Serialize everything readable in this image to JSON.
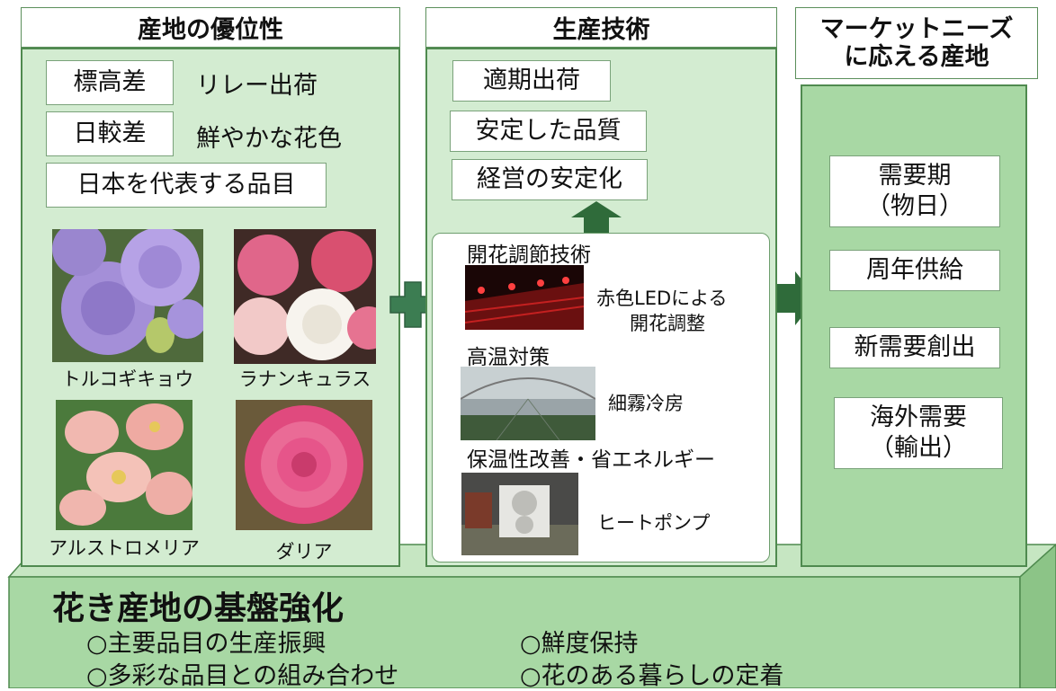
{
  "advantage": {
    "header": "産地の優位性",
    "items": [
      {
        "box": "標高差",
        "text": "リレー出荷"
      },
      {
        "box": "日較差",
        "text": "鮮やかな花色"
      }
    ],
    "box3": "日本を代表する品目",
    "flowers": [
      "トルコギキョウ",
      "ラナンキュラス",
      "アルストロメリア",
      "ダリア"
    ]
  },
  "tech": {
    "header": "生産技術",
    "boxes": [
      "適期出荷",
      "安定した品質",
      "経営の安定化"
    ],
    "sections": [
      {
        "title": "開花調節技術",
        "caption_lines": [
          "赤色LEDによる",
          "開花調整"
        ]
      },
      {
        "title": "高温対策",
        "caption_lines": [
          "細霧冷房"
        ]
      },
      {
        "title": "保温性改善・省エネルギー",
        "caption_lines": [
          "ヒートポンプ"
        ]
      }
    ]
  },
  "market": {
    "header_lines": [
      "マーケットニーズ",
      "に応える産地"
    ],
    "boxes": [
      {
        "lines": [
          "需要期",
          "（物日）"
        ]
      },
      {
        "lines": [
          "周年供給"
        ]
      },
      {
        "lines": [
          "新需要創出"
        ]
      },
      {
        "lines": [
          "海外需要",
          "（輸出）"
        ]
      }
    ]
  },
  "base": {
    "title": "花き産地の基盤強化",
    "items": [
      "○主要品目の生産振興",
      "○鮮度保持",
      "○多彩な品目との組み合わせ",
      "○花のある暮らしの定着"
    ]
  },
  "colors": {
    "panel_fill": "#d3ecd1",
    "panel_border": "#4f8a4f",
    "arrow_green": "#2f6b3a",
    "plus_fill": "#3c7d52",
    "base_fill": "#a8d8a4"
  }
}
